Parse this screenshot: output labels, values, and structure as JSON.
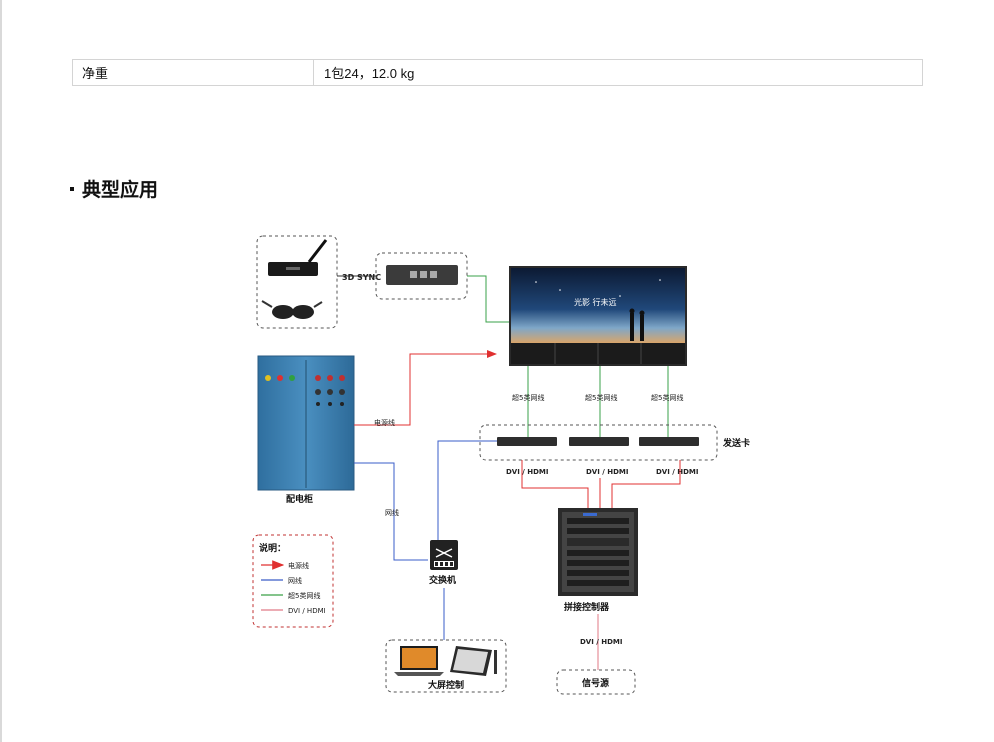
{
  "spec_row": {
    "label": "净重",
    "value": "1包24，12.0 kg"
  },
  "section": {
    "title": "典型应用"
  },
  "diagram": {
    "labels": {
      "sync": "3D SYNC",
      "cable1": "超5类网线",
      "cable2": "超5类网线",
      "cable3": "超5类网线",
      "sender": "发送卡",
      "dvi1": "DVI / HDMI",
      "dvi2": "DVI / HDMI",
      "dvi3": "DVI / HDMI",
      "power_line": "电源线",
      "net_line": "网线",
      "cabinet": "配电柜",
      "switch": "交换机",
      "controller": "拼接控制器",
      "controller_dvi": "DVI / HDMI",
      "signal": "信号源",
      "screen_control": "大屏控制",
      "screen_text": "光影 行未远"
    },
    "legend": {
      "title": "说明：",
      "items": [
        {
          "label": "电源线",
          "color": "#e03030"
        },
        {
          "label": "网线",
          "color": "#3a5cc8"
        },
        {
          "label": "超5类网线",
          "color": "#3aa048"
        },
        {
          "label": "DVI / HDMI",
          "color": "#e07a86"
        }
      ]
    },
    "colors": {
      "power": "#e03030",
      "network": "#3a5cc8",
      "cat5": "#3aa048",
      "dvi": "#e07a86",
      "cabinet": "#3a7fb0"
    }
  }
}
